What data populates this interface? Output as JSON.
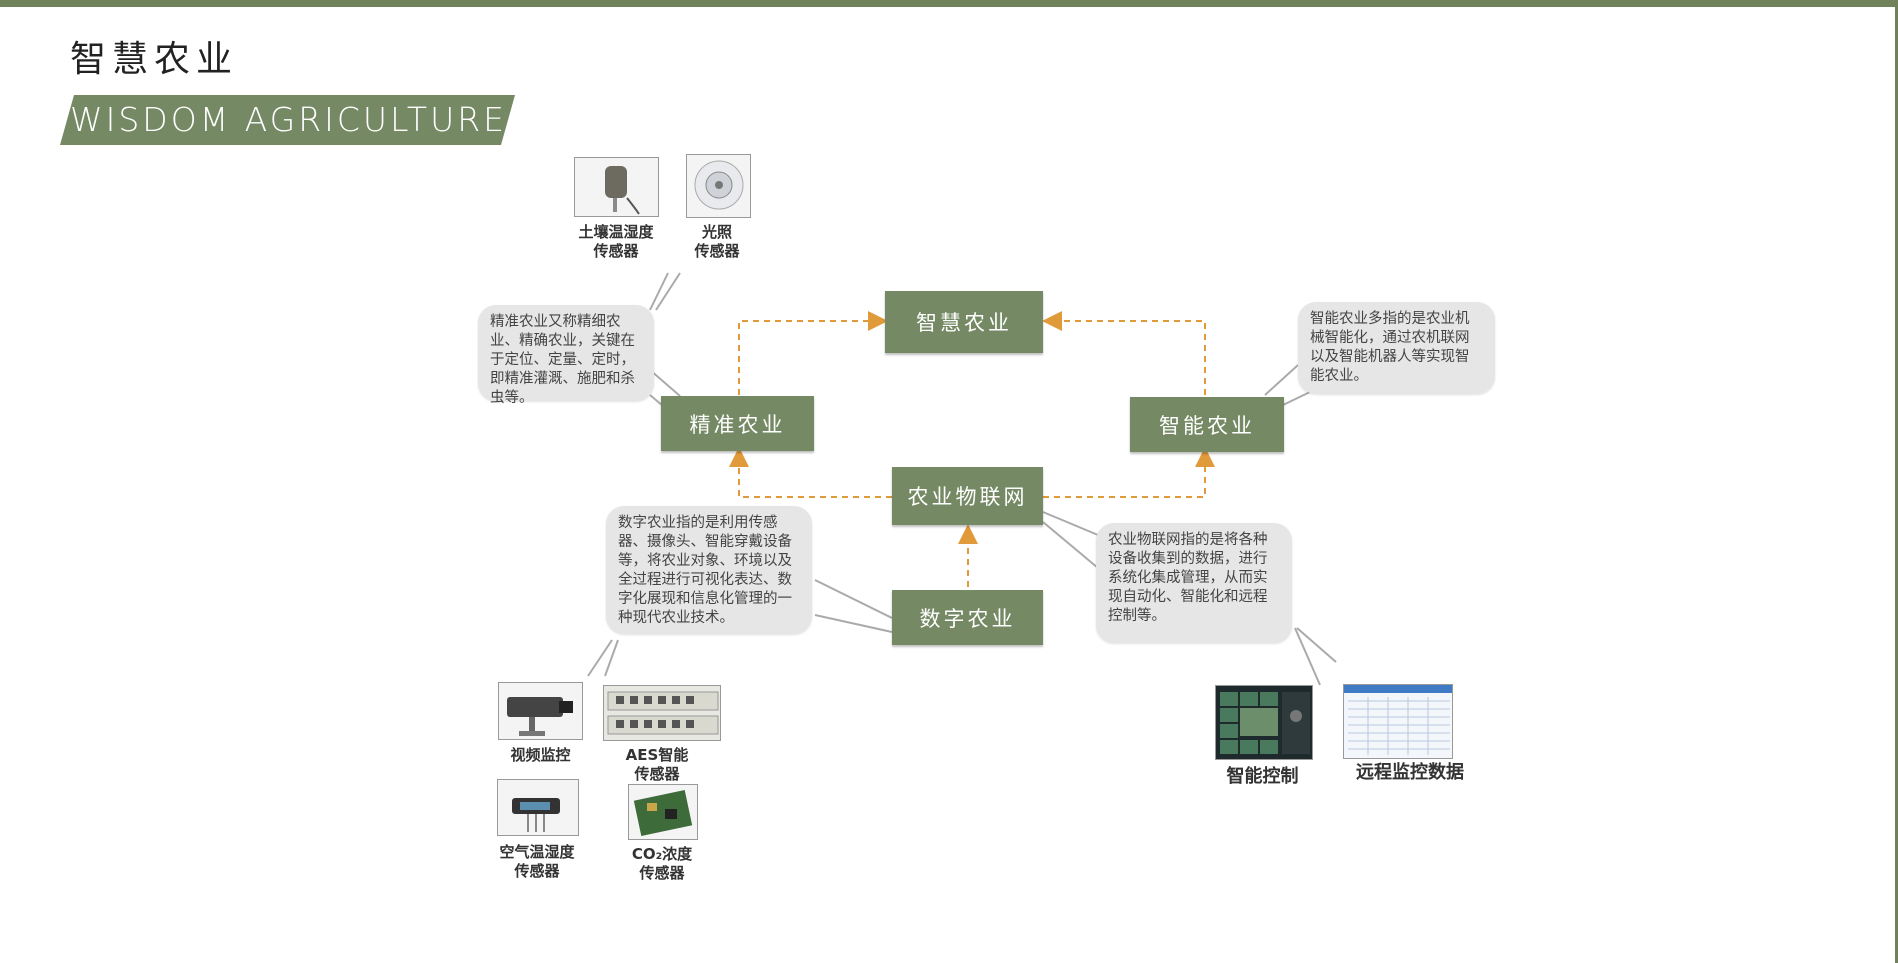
{
  "header": {
    "title": "智慧农业",
    "subtitle": "WISDOM AGRICULTURE"
  },
  "nodes": {
    "smart_agriculture": "智慧农业",
    "precision_agriculture": "精准农业",
    "intelligent_agriculture": "智能农业",
    "agri_iot": "农业物联网",
    "digital_agriculture": "数字农业"
  },
  "bubbles": {
    "precision": "精准农业又称精细农业、精确农业，关键在于定位、定量、定时，即精准灌溉、施肥和杀虫等。",
    "intelligent": "智能农业多指的是农业机械智能化，通过农机联网以及智能机器人等实现智能农业。",
    "digital": "数字农业指的是利用传感器、摄像头、智能穿戴设备等，将农业对象、环境以及全过程进行可视化表达、数字化展现和信息化管理的一种现代农业技术。",
    "iot": "农业物联网指的是将各种设备收集到的数据，进行系统化集成管理，从而实现自动化、智能化和远程控制等。"
  },
  "devices": {
    "soil_sensor": [
      "土壤温湿度",
      "传感器"
    ],
    "light_sensor": [
      "光照",
      "传感器"
    ],
    "video": "视频监控",
    "aes": [
      "AES智能",
      "传感器"
    ],
    "air_sensor": [
      "空气温湿度",
      "传感器"
    ],
    "co2": [
      "CO₂浓度",
      "传感器"
    ],
    "smart_control": "智能控制",
    "remote_data": "远程监控数据"
  },
  "colors": {
    "accent": "#758a64",
    "arrow": "#e09a3a",
    "bubble": "#e6e6e6"
  }
}
